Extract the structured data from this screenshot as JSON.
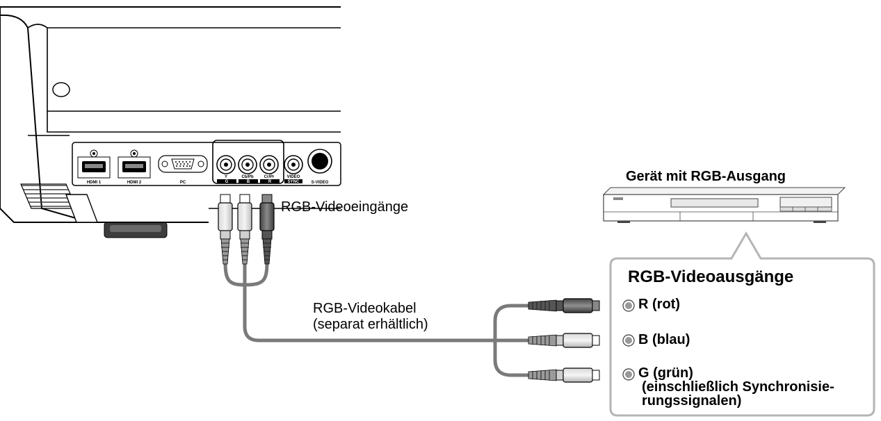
{
  "projector": {
    "ports": {
      "hdmi1": "HDMI 1",
      "hdmi2": "HDMI 2",
      "pc": "PC",
      "y": "Y",
      "cbpb": "Cb/Pb",
      "crpr": "Cr/Pr",
      "g": "G",
      "b": "B",
      "r": "R",
      "video": "VIDEO",
      "sync": "SYNC",
      "svideo": "S-VIDEO"
    },
    "input_label": "RGB-Videoeingänge"
  },
  "cable_label": {
    "line1": "RGB-Videokabel",
    "line2": "(separat erhältlich)"
  },
  "device": {
    "title": "Gerät mit RGB-Ausgang",
    "outputs_title": "RGB-Videoausgänge",
    "outputs": [
      {
        "label": "R (rot)"
      },
      {
        "label": "B (blau)"
      },
      {
        "label": "G (grün)"
      }
    ],
    "g_note_line1": "(einschließlich Synchronisie-",
    "g_note_line2": "rungssignalen)"
  },
  "colors": {
    "cable": "#7a7a7a",
    "callout_border": "#b5b5b5",
    "plug_dark": "#555555"
  }
}
